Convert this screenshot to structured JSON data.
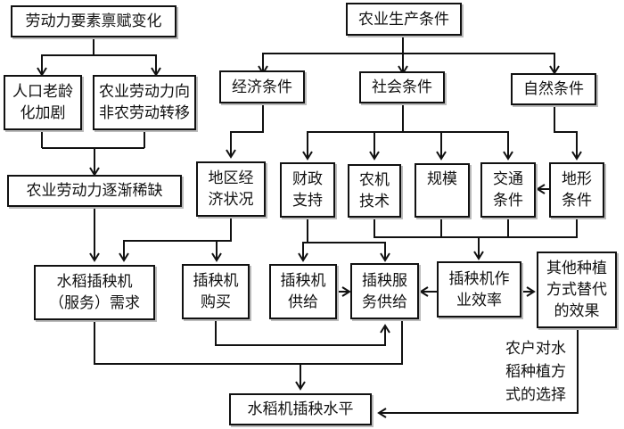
{
  "nodes": {
    "labor_endowment": [
      "劳动力要素禀赋变化"
    ],
    "aging": [
      "人口老龄",
      "化加剧"
    ],
    "labor_transfer": [
      "农业劳动力向",
      "非农劳动转移"
    ],
    "labor_scarcity": [
      "农业劳动力逐渐稀缺"
    ],
    "production_conditions": [
      "农业生产条件"
    ],
    "economic_conditions": [
      "经济条件"
    ],
    "social_conditions": [
      "社会条件"
    ],
    "natural_conditions": [
      "自然条件"
    ],
    "regional_economy": [
      "地区经",
      "济状况"
    ],
    "fiscal_support": [
      "财政",
      "支持"
    ],
    "agri_machinery_tech": [
      "农机",
      "技术"
    ],
    "scale": [
      "规模"
    ],
    "transport_conditions": [
      "交通",
      "条件"
    ],
    "terrain_conditions": [
      "地形",
      "条件"
    ],
    "transplanter_demand": [
      "水稻插秧机",
      "（服务）需求"
    ],
    "transplanter_purchase": [
      "插秧机",
      "购买"
    ],
    "transplanter_supply": [
      "插秧机",
      "供给"
    ],
    "transplanting_service_supply": [
      "插秧服",
      "务供给"
    ],
    "operation_efficiency": [
      "插秧机作",
      "业效率"
    ],
    "alternative_effect": [
      "其他种植",
      "方式替代",
      "的效果"
    ],
    "mechanization_level": [
      "水稻机插秧水平"
    ]
  },
  "edge_label": [
    "农户对水",
    "稻种植方",
    "式的选择"
  ],
  "colors": {
    "line": "#111111",
    "box_border": "#111111",
    "shadow": "#bbbbbb"
  }
}
